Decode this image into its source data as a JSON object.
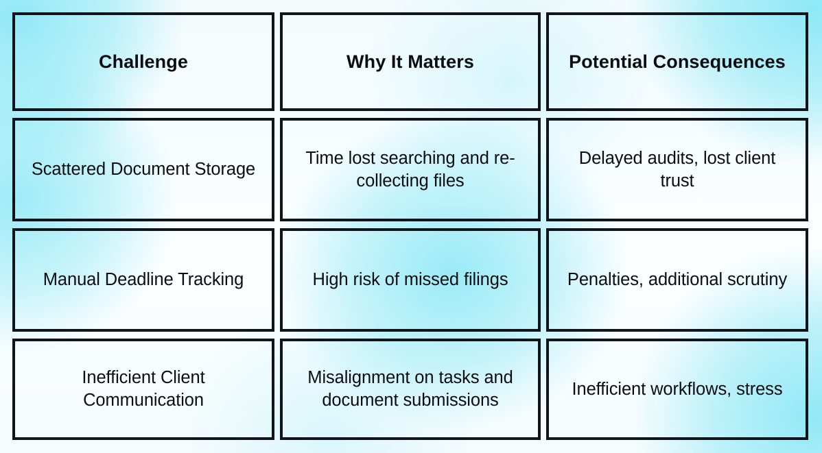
{
  "table": {
    "columns": [
      "Challenge",
      "Why It Matters",
      "Potential Consequences"
    ],
    "rows": [
      {
        "challenge": "Scattered Document Storage",
        "why_it_matters": "Time lost searching and re-collecting files",
        "potential_consequences": "Delayed audits, lost client trust"
      },
      {
        "challenge": "Manual Deadline Tracking",
        "why_it_matters": "High risk of missed filings",
        "potential_consequences": "Penalties, additional scrutiny"
      },
      {
        "challenge": "Inefficient Client Communication",
        "why_it_matters": "Misalignment on tasks and document submissions",
        "potential_consequences": "Inefficient workflows, stress"
      }
    ]
  },
  "colors": {
    "accent": "#8ce8f6",
    "background": "#fafdfd",
    "border": "#111418",
    "text": "#0b0d10"
  }
}
